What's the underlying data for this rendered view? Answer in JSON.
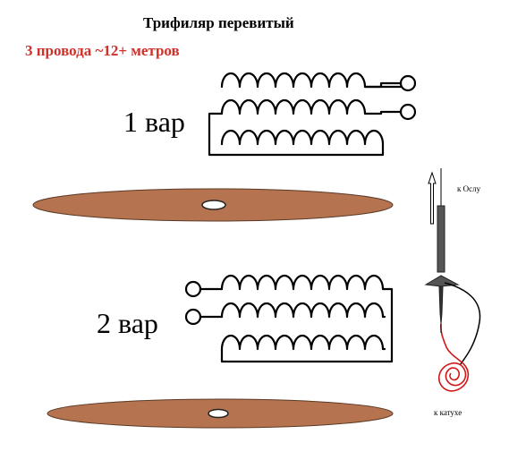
{
  "title": "Трифиляр перевитый",
  "subtitle": "3 провода ~12+ метров",
  "variants": [
    {
      "label": "1 вар"
    },
    {
      "label": "2 вар"
    }
  ],
  "probe": {
    "to_oscilloscope": "к Ослу",
    "to_coil": "к катухе"
  },
  "colors": {
    "disc_fill": "#b5734f",
    "wire": "#000000",
    "subtitle": "#d0302a",
    "probe_lead": "#d01818"
  }
}
